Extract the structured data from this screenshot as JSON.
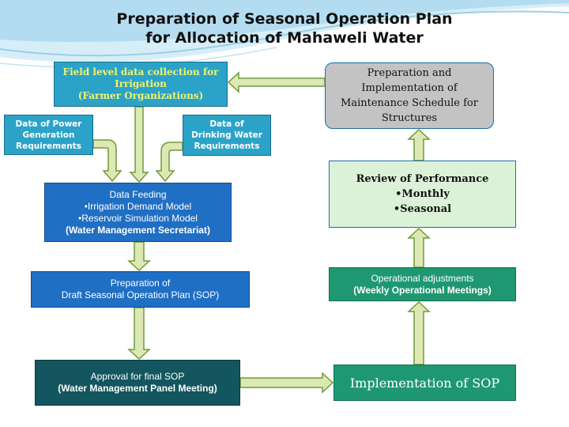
{
  "title": {
    "line1": "Preparation of Seasonal Operation Plan",
    "line2": "for Allocation of Mahaweli Water"
  },
  "boxes": {
    "field": {
      "line1": "Field level data collection for",
      "line2": "Irrigation",
      "line3": "(Farmer Organizations)"
    },
    "power": {
      "line1": "Data of Power",
      "line2": "Generation",
      "line3": "Requirements"
    },
    "drinking": {
      "line1": "Data of",
      "line2": "Drinking Water",
      "line3": "Requirements"
    },
    "feeding": {
      "line1": "Data Feeding",
      "line2": "•Irrigation Demand Model",
      "line3": "•Reservoir Simulation Model",
      "line4": "(Water Management Secretariat)"
    },
    "draft": {
      "line1": "Preparation of",
      "line2": "Draft Seasonal Operation Plan (SOP)"
    },
    "approval": {
      "line1": "Approval for final SOP",
      "line2": "(Water Management Panel Meeting)"
    },
    "implementation": {
      "line1": "Implementation of SOP"
    },
    "adjustments": {
      "line1": "Operational adjustments",
      "line2": "(Weekly Operational Meetings)"
    },
    "review": {
      "line1": "Review of Performance",
      "line2": "•Monthly",
      "line3": "•Seasonal"
    },
    "maintenance": {
      "line1": "Preparation and",
      "line2": "Implementation of",
      "line3": "Maintenance Schedule for",
      "line4": "Structures"
    }
  },
  "colors": {
    "arrow_fill": "#dde9b4",
    "arrow_stroke": "#6e9a3a",
    "field_box": "#2ba3c8",
    "blue_box": "#1f6fc4",
    "teal_box": "#13565f",
    "green_box": "#1f9872",
    "review_box": "#dcf2d8",
    "maintenance_box": "#c3c3c3"
  }
}
